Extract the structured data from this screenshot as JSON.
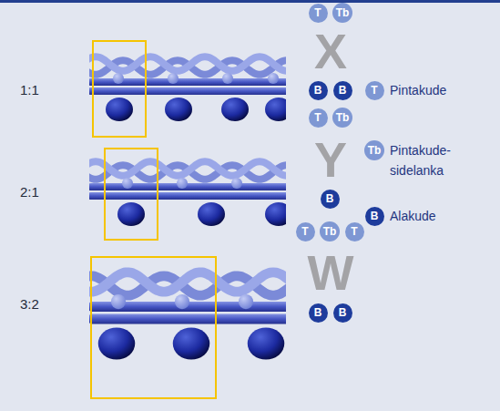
{
  "diagram": {
    "nodes": [
      {
        "text": [
          "T"
        ]
      },
      {
        "text": [
          "Tb"
        ]
      },
      {
        "text": [
          "B"
        ]
      },
      {
        "text": [
          "B"
        ]
      },
      {
        "text": [
          "T"
        ]
      },
      {
        "text": [
          "Tb"
        ]
      },
      {
        "text": [
          "B"
        ]
      },
      {
        "text": [
          "T"
        ]
      },
      {
        "text": [
          "Tb"
        ]
      },
      {
        "text": [
          "T"
        ]
      },
      {
        "text": [
          "B"
        ]
      },
      {
        "text": [
          "B"
        ]
      },
      {
        "text": [
          "T"
        ]
      },
      {
        "text": [
          "Tb"
        ]
      },
      {
        "text": [
          "B"
        ]
      }
    ],
    "labels": [
      "1:1",
      "X",
      "2:1",
      "Y",
      "3:2",
      "W"
    ],
    "legend": [
      {
        "text": "Pintakude"
      },
      {
        "text": "Pintakude-sidelanka"
      },
      {
        "text": "Alakude"
      }
    ]
  }
}
